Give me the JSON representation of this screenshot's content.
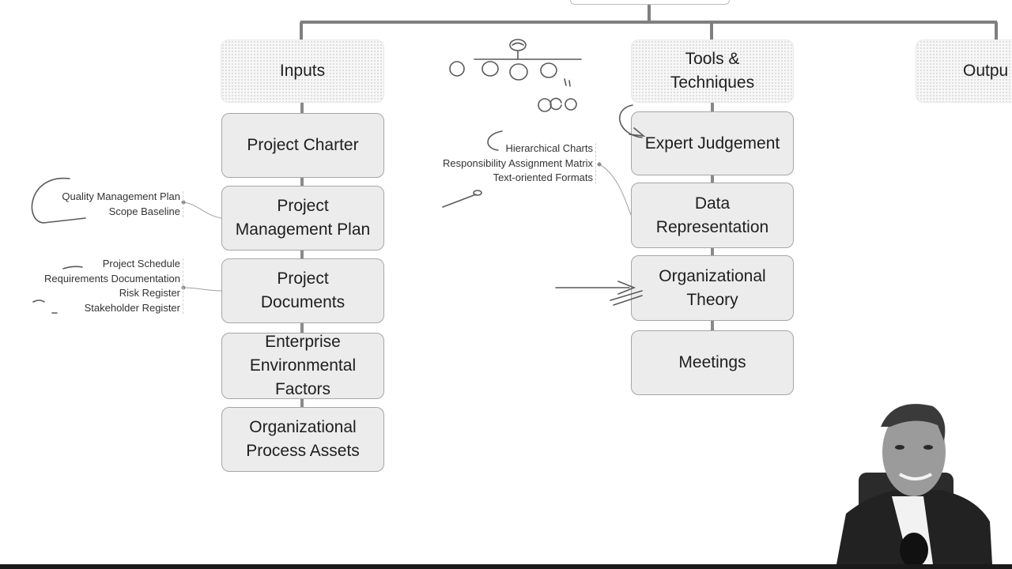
{
  "columns": {
    "inputs": {
      "header": [
        "Inputs"
      ]
    },
    "tools": {
      "header": [
        "Tools &",
        "Techniques"
      ]
    },
    "outputs": {
      "header": [
        "Outpu"
      ]
    }
  },
  "inputs_items": [
    [
      "Project Charter"
    ],
    [
      "Project",
      "Management Plan"
    ],
    [
      "Project",
      "Documents"
    ],
    [
      "Enterprise",
      "Environmental",
      "Factors"
    ],
    [
      "Organizational",
      "Process Assets"
    ]
  ],
  "tools_items": [
    [
      "Expert Judgement"
    ],
    [
      "Data",
      "Representation"
    ],
    [
      "Organizational",
      "Theory"
    ],
    [
      "Meetings"
    ]
  ],
  "callouts": {
    "management_plan": [
      "Quality Management Plan",
      "Scope Baseline"
    ],
    "project_documents": [
      "Project Schedule",
      "Requirements Documentation",
      "Risk Register",
      "Stakeholder Register"
    ],
    "data_representation": [
      "Hierarchical Charts",
      "Responsibility Assignment Matrix",
      "Text-oriented Formats"
    ]
  },
  "colors": {
    "box_fill": "#ececec",
    "box_border": "#a6a6a6",
    "connector": "#7f7f7f",
    "ink": "#5a5a5a",
    "text": "#1e1e1e"
  }
}
